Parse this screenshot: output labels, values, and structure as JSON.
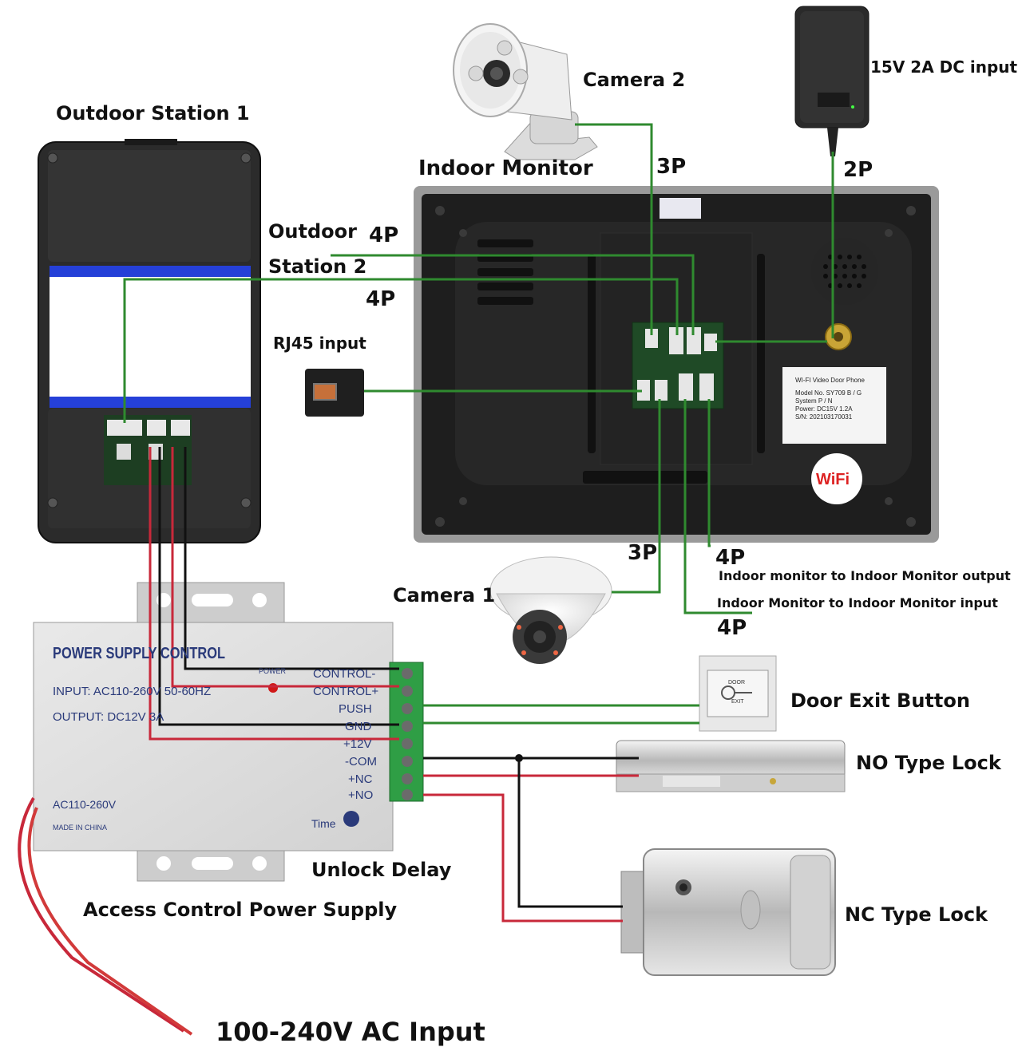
{
  "labels": {
    "outdoor_station_1": "Outdoor Station 1",
    "camera_2": "Camera 2",
    "dc_input": "15V 2A DC input",
    "indoor_monitor": "Indoor Monitor",
    "cam2_pins": "3P",
    "dc_pins": "2P",
    "outdoor_station_2_line1": "Outdoor",
    "outdoor_station_2_line2": "Station 2",
    "os2_pins_top": "4P",
    "os2_pins_bottom": "4P",
    "rj45": "RJ45  input",
    "cam1_pins": "3P",
    "camera_1": "Camera 1",
    "im_out_pins": "4P",
    "im_out": "Indoor monitor to Indoor Monitor output",
    "im_in": "Indoor Monitor to Indoor Monitor input",
    "im_in_pins": "4P",
    "door_exit": "Door Exit Button",
    "no_lock": "NO Type Lock",
    "nc_lock": "NC Type Lock",
    "unlock_delay": "Unlock Delay",
    "access_psu": "Access Control Power Supply",
    "ac_input": "100-240V  AC Input"
  },
  "psu": {
    "title": "POWER SUPPLY CONTROL",
    "input": "INPUT: AC110-260V 50-60HZ",
    "output": "OUTPUT: DC12V  3A",
    "power": "POWER",
    "ac": "AC110-260V",
    "made": "MADE IN CHINA",
    "time": "Time",
    "terminals": [
      "CONTROL-",
      "CONTROL+",
      "PUSH",
      "GND",
      "+12V",
      "-COM",
      "+NC",
      "+NO"
    ]
  },
  "monitor_label": {
    "title": "WI-FI Video Door Phone",
    "model": "Model No. SY709 B / G",
    "system": "System P / N",
    "power": "Power: DC15V  1.2A",
    "sn": "S/N: 202103170031",
    "wifi": "WiFi"
  },
  "button_text": {
    "door": "DOOR",
    "exit": "EXIT"
  },
  "colors": {
    "green": "#2f8a2f",
    "red": "#c8283a",
    "black": "#111111"
  }
}
